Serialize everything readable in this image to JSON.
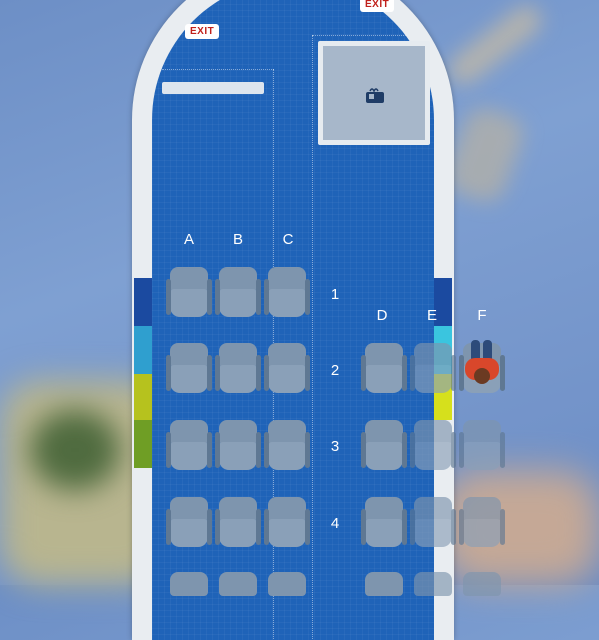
{
  "exits": {
    "left_exit_label": "EXIT",
    "right_exit_label": "EXIT"
  },
  "galley": {
    "icon": "galley-cart-icon"
  },
  "columns": [
    "A",
    "B",
    "C",
    "D",
    "E",
    "F"
  ],
  "rows": [
    "1",
    "2",
    "3",
    "4"
  ],
  "occupied_seats": [
    "2F"
  ],
  "colors": {
    "cabin": "#1f63b8",
    "seat": "#8aa0b8",
    "exit_text": "#c0201b",
    "passenger_shirt": "#d9472b",
    "band_blue": "#1b4aa0",
    "band_cyan": "#3ac5df",
    "band_yellow": "#c8d21d",
    "band_green": "#6f9e25"
  }
}
